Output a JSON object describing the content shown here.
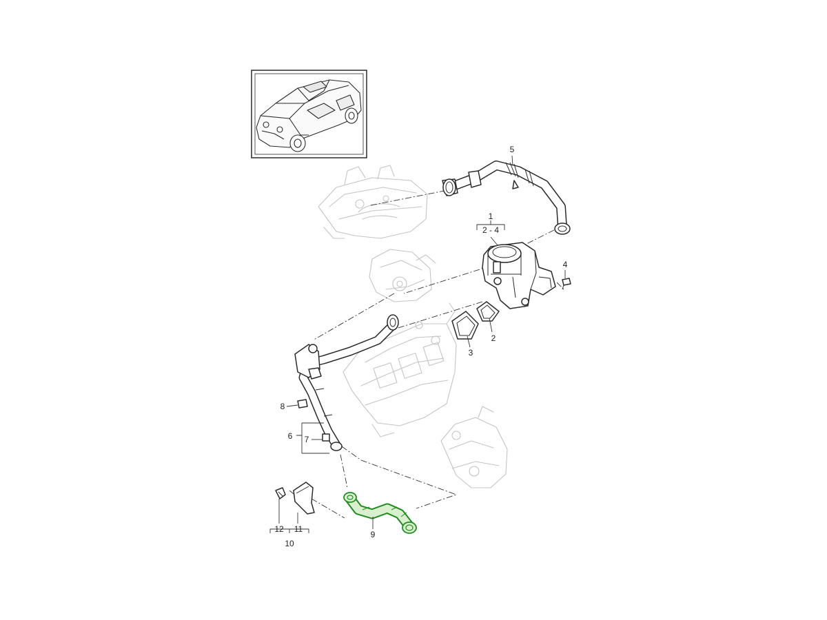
{
  "diagram": {
    "labels": {
      "p1": "1",
      "p1_range": "2 - 4",
      "p2": "2",
      "p3": "3",
      "p4": "4",
      "p5": "5",
      "p6": "6",
      "p7": "7",
      "p8": "8",
      "p9": "9",
      "p10": "10",
      "p11": "11",
      "p12": "12"
    },
    "colors": {
      "highlight": "#1e8c1e",
      "highlight_fill": "#d9f0cf",
      "line": "#2a2a2a",
      "ghost": "#c4c4c4"
    },
    "icons": [
      "vehicle-thumbnail-icon"
    ]
  }
}
